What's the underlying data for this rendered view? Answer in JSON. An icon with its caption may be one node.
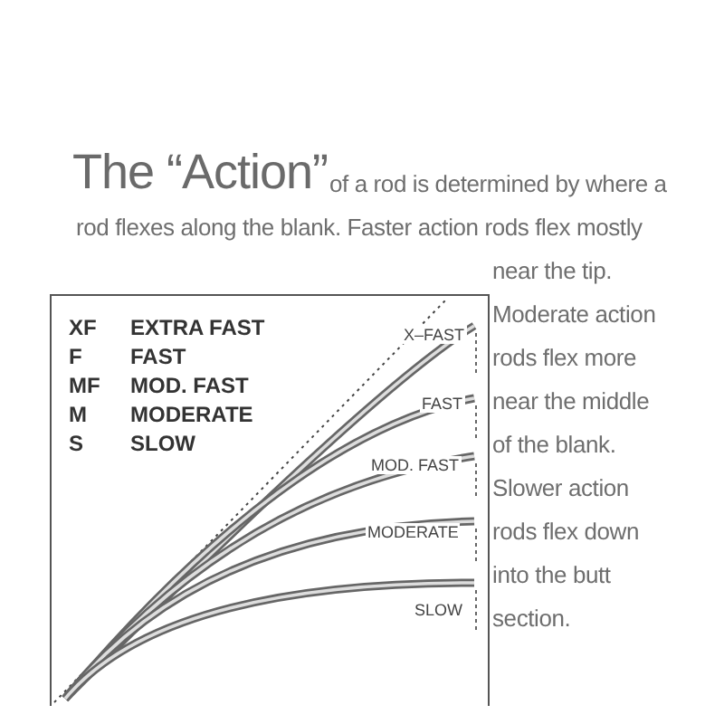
{
  "diagram": {
    "title": "The “Action”",
    "labels": [
      "of a rod is determined by where a rod flexes along the blank. Faster action rods flex mostly near the tip. Moderate action rods flex more near the middle of the blank. Slower action rods flex down into the butt section.",
      "XF",
      "EXTRA FAST",
      "F",
      "FAST",
      "MF",
      "MOD. FAST",
      "M",
      "MODERATE",
      "S",
      "SLOW",
      "X–FAST",
      "FAST",
      "MOD. FAST",
      "MODERATE",
      "SLOW"
    ]
  }
}
